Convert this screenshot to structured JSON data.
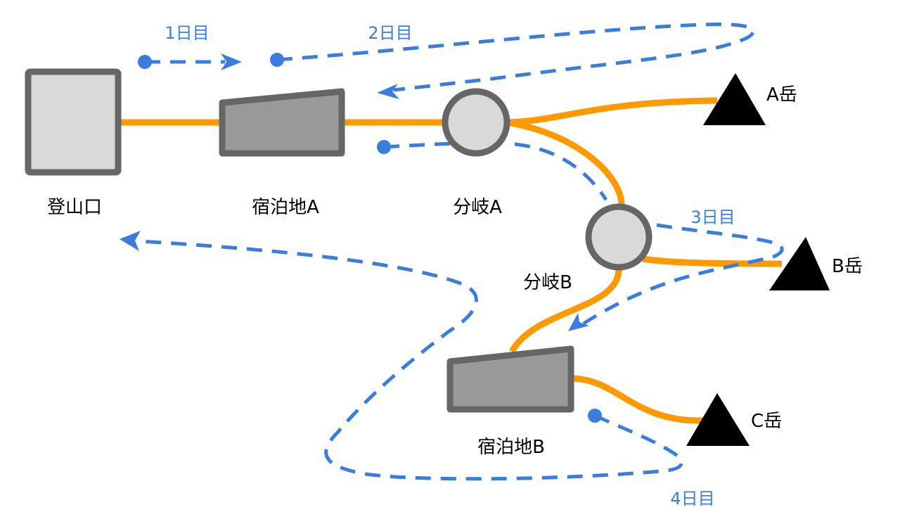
{
  "diagram": {
    "type": "hiking-route-map",
    "colors": {
      "trail": "#ff9900",
      "route": "#3b7ddd",
      "node_stroke": "#666666",
      "node_fill_light": "#d9d9d9",
      "node_fill_dark": "#999999",
      "peak": "#000000"
    },
    "nodes": {
      "trailhead": {
        "label": "登山口",
        "kind": "trailhead"
      },
      "lodge_a": {
        "label": "宿泊地A",
        "kind": "lodging"
      },
      "junction_a": {
        "label": "分岐A",
        "kind": "junction"
      },
      "junction_b": {
        "label": "分岐B",
        "kind": "junction"
      },
      "lodge_b": {
        "label": "宿泊地B",
        "kind": "lodging"
      },
      "peak_a": {
        "label": "A岳",
        "kind": "peak"
      },
      "peak_b": {
        "label": "B岳",
        "kind": "peak"
      },
      "peak_c": {
        "label": "C岳",
        "kind": "peak"
      }
    },
    "trails": [
      {
        "from": "登山口",
        "to": "宿泊地A"
      },
      {
        "from": "宿泊地A",
        "to": "分岐A"
      },
      {
        "from": "分岐A",
        "to": "A岳"
      },
      {
        "from": "分岐A",
        "to": "分岐B"
      },
      {
        "from": "分岐B",
        "to": "B岳"
      },
      {
        "from": "分岐B",
        "to": "宿泊地B"
      },
      {
        "from": "宿泊地B",
        "to": "C岳"
      }
    ],
    "days": [
      {
        "label": "1日目",
        "route": [
          "登山口",
          "宿泊地A"
        ]
      },
      {
        "label": "2日目",
        "route": [
          "宿泊地A",
          "A岳",
          "宿泊地A"
        ]
      },
      {
        "label": "3日目",
        "route": [
          "宿泊地A",
          "分岐A",
          "分岐B",
          "B岳",
          "宿泊地B"
        ]
      },
      {
        "label": "4日目",
        "route": [
          "宿泊地B",
          "C岳",
          "登山口"
        ]
      }
    ]
  }
}
